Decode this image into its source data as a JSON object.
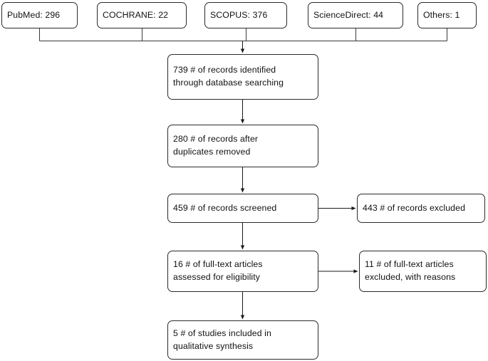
{
  "diagram": {
    "type": "prisma-flow-diagram",
    "title": "",
    "stroke_color": "#2b2b2b",
    "fill_color": "#ffffff",
    "text_color": "#111111"
  },
  "sources": [
    {
      "id": "pubmed",
      "label": "PubMed: 296"
    },
    {
      "id": "cochrane",
      "label": "COCHRANE: 22"
    },
    {
      "id": "scopus",
      "label": "SCOPUS: 376"
    },
    {
      "id": "sciencedirect",
      "label": "ScienceDirect: 44"
    },
    {
      "id": "others",
      "label": "Others: 1"
    }
  ],
  "flow": {
    "identified": {
      "line1": "739 # of records identified",
      "line2": "through database searching"
    },
    "duplicates": {
      "line1": "280 # of records after",
      "line2": "duplicates removed"
    },
    "screened": {
      "line1": "459 # of records screened"
    },
    "fulltext": {
      "line1": "16 # of full-text articles",
      "line2": "assessed for eligibility"
    },
    "included": {
      "line1": "5 # of studies included in",
      "line2": "qualitative synthesis"
    }
  },
  "excluded": {
    "records": {
      "line1": "443 # of records excluded"
    },
    "fulltext": {
      "line1": "11 # of full-text articles",
      "line2": "excluded, with reasons"
    }
  },
  "chart_data": {
    "type": "diagram",
    "title": "PRISMA flow diagram",
    "stages": [
      {
        "stage": "Database source: PubMed",
        "count": 296
      },
      {
        "stage": "Database source: COCHRANE",
        "count": 22
      },
      {
        "stage": "Database source: SCOPUS",
        "count": 376
      },
      {
        "stage": "Database source: ScienceDirect",
        "count": 44
      },
      {
        "stage": "Database source: Others",
        "count": 1
      },
      {
        "stage": "Records identified through database searching",
        "count": 739
      },
      {
        "stage": "Records after duplicates removed",
        "count": 280
      },
      {
        "stage": "Records screened",
        "count": 459
      },
      {
        "stage": "Records excluded",
        "count": 443
      },
      {
        "stage": "Full-text articles assessed for eligibility",
        "count": 16
      },
      {
        "stage": "Full-text articles excluded, with reasons",
        "count": 11
      },
      {
        "stage": "Studies included in qualitative synthesis",
        "count": 5
      }
    ]
  }
}
